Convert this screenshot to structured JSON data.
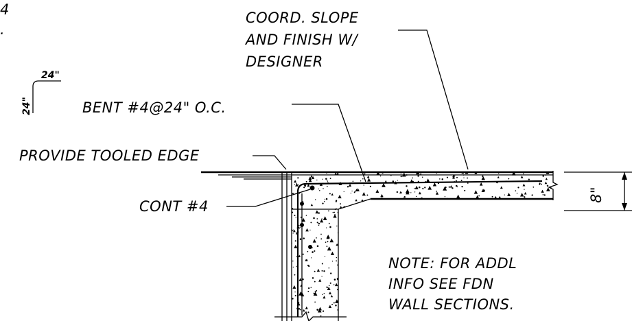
{
  "labels": {
    "corner_top": "4",
    "corner_dot": ".",
    "coord_line1": "COORD. SLOPE",
    "coord_line2": "AND FINISH W/",
    "coord_line3": "DESIGNER",
    "bent_dim_h": "24\"",
    "bent_dim_v": "24\"",
    "bent_label": "BENT #4@24\" O.C.",
    "tooled_edge": "PROVIDE TOOLED EDGE",
    "cont_label": "CONT #4",
    "dim_thickness": "8\"",
    "note_line1": "NOTE: FOR ADDL",
    "note_line2": "INFO SEE FDN",
    "note_line3": "WALL SECTIONS."
  }
}
